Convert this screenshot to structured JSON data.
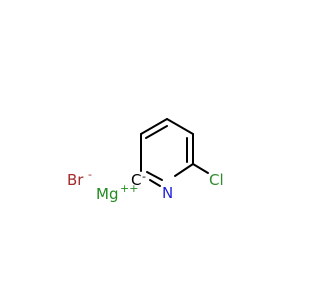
{
  "molecule": {
    "atoms": {
      "br": {
        "symbol": "Br",
        "charge": "-",
        "color": "#a52a2a"
      },
      "mg": {
        "symbol": "Mg",
        "charge": "++",
        "color": "#228b22"
      },
      "c2": {
        "symbol": "C",
        "charge": "-",
        "color": "#000000"
      },
      "n": {
        "symbol": "N",
        "color": "#1f1fdd"
      },
      "cl": {
        "symbol": "Cl",
        "color": "#2e8b2e"
      }
    },
    "bond_color": "#000000"
  }
}
